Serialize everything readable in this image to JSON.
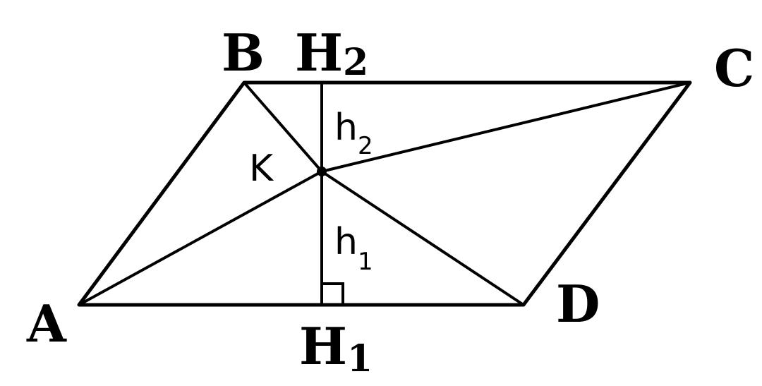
{
  "labels": {
    "A": "A",
    "B": "B",
    "C": "C",
    "D": "D",
    "K": "K",
    "H1": {
      "base": "H",
      "sub": "1"
    },
    "H2": {
      "base": "H",
      "sub": "2"
    },
    "h1": {
      "base": "h",
      "sub": "1"
    },
    "h2": {
      "base": "h",
      "sub": "2"
    }
  }
}
